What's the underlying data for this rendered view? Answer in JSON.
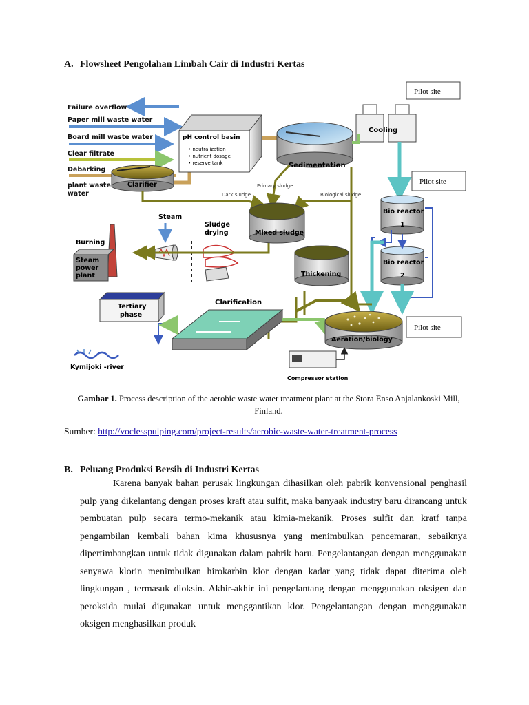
{
  "section_a": {
    "letter": "A.",
    "title": "Flowsheet Pengolahan Limbah Cair di Industri Kertas"
  },
  "diagram": {
    "inputs": [
      "Failure overflow",
      "Paper mill waste water",
      "Board mill waste water",
      "Clear filtrate",
      "Debarking",
      "plant waste",
      "water"
    ],
    "ph_basin": {
      "title": "pH control basin",
      "items": [
        "neutralization",
        "nutrient dosage",
        "reserve tank"
      ]
    },
    "clarifier": "Clarifier",
    "sedimentation": "Sedimentation",
    "cooling": "Cooling",
    "pilot_sites": [
      "Pilot site",
      "Pilot site",
      "Pilot site"
    ],
    "bio_reactor_1": [
      "Bio reactor",
      "1"
    ],
    "bio_reactor_2": [
      "Bio reactor",
      "2"
    ],
    "primary_sludge": "Primary sludge",
    "dark_sludge": "Dark sludge",
    "biological_sludge": "Biological sludge",
    "mixed_sludge": "Mixed sludge",
    "steam": "Steam",
    "sludge_drying": [
      "Sludge",
      "drying"
    ],
    "burning": "Burning",
    "steam_power_plant": [
      "Steam",
      "power",
      "plant"
    ],
    "thickening": "Thickening",
    "clarification": "Clarification",
    "tertiary_phase": [
      "Tertiary",
      "phase"
    ],
    "aeration": "Aeration/biology",
    "river": "Kymijoki -river",
    "compressor": "Compressor station"
  },
  "caption": {
    "label": "Gambar 1.",
    "text": "Process description of the aerobic waste water treatment plant at the Stora Enso Anjalankoski Mill, Finland."
  },
  "source": {
    "label": "Sumber:",
    "url": "http://voclesspulping.com/project-results/aerobic-waste-water-treatment-process"
  },
  "section_b": {
    "letter": "B.",
    "title": "Peluang Produksi Bersih di Industri Kertas",
    "paragraph": "Karena banyak bahan perusak lingkungan dihasilkan oleh pabrik konvensional penghasil pulp yang dikelantang dengan proses kraft atau sulfit, maka banyaak industry baru dirancang untuk pembuatan pulp secara termo-mekanik atau kimia-mekanik. Proses sulfit dan kratf tanpa pengambilan kembali bahan kima khususnya yang menimbulkan pencemaran, sebaiknya dipertimbangkan untuk tidak digunakan dalam pabrik baru. Pengelantangan dengan menggunakan senyawa klorin menimbulkan hirokarbin klor dengan kadar yang tidak dapat diterima oleh lingkungan , termasuk dioksin. Akhir-akhir ini pengelantang dengan menggunakan oksigen dan peroksida mulai digunakan untuk menggantikan klor. Pengelantangan dengan menggunakan oksigen menghasilkan produk"
  }
}
